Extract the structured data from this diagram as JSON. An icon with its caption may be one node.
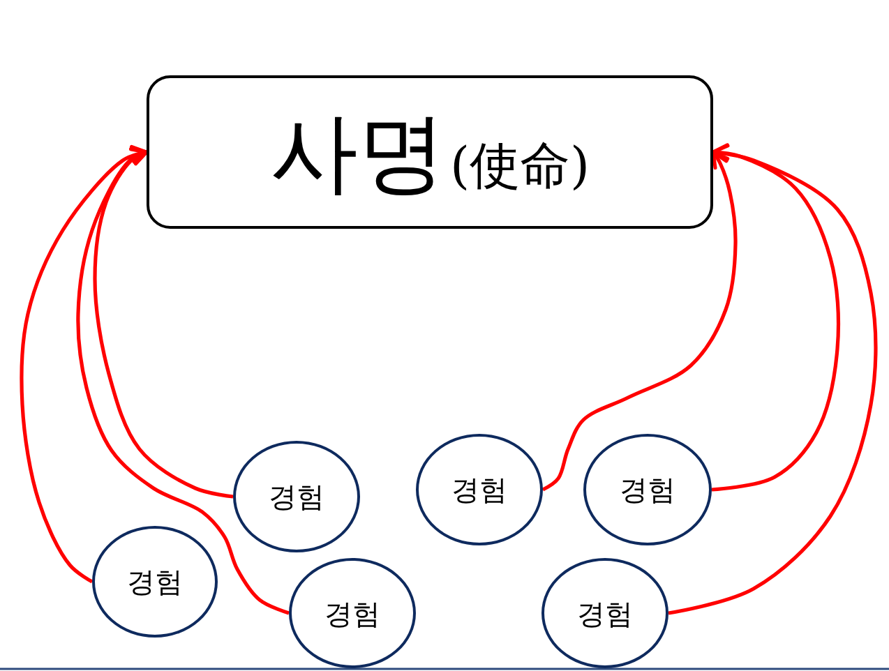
{
  "diagram": {
    "nodes": [
      {
        "text": [
          "사명",
          "(使命)"
        ]
      },
      {
        "text": [
          "경험"
        ]
      },
      {
        "text": [
          "경험"
        ]
      },
      {
        "text": [
          "경험"
        ]
      },
      {
        "text": [
          "경험"
        ]
      },
      {
        "text": [
          "경험"
        ]
      },
      {
        "text": [
          "경험"
        ]
      }
    ],
    "edges": [
      {
        "from": 1,
        "to": 0,
        "arrow": "to"
      },
      {
        "from": 2,
        "to": 0,
        "arrow": "to"
      },
      {
        "from": 3,
        "to": 0,
        "arrow": "to"
      },
      {
        "from": 4,
        "to": 0,
        "arrow": "to"
      },
      {
        "from": 5,
        "to": 0,
        "arrow": "to"
      },
      {
        "from": 6,
        "to": 0,
        "arrow": "to"
      }
    ]
  }
}
